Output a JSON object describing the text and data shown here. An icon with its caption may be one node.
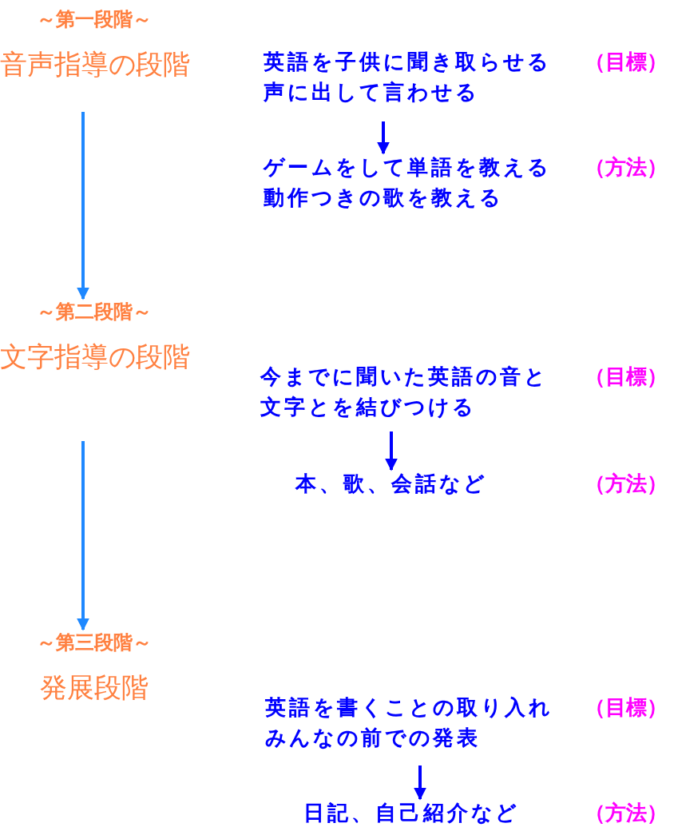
{
  "diagram": {
    "nodes": [
      {
        "text": [
          "～第一段階～",
          "音声指導の段階"
        ]
      },
      {
        "text": [
          "英語を子供に聞き取らせる",
          "声に出して言わせる"
        ],
        "beside": [
          "（目標）"
        ]
      },
      {
        "text": [
          "ゲームをして単語を教える",
          "動作つきの歌を教える"
        ],
        "beside": [
          "（方法）"
        ]
      },
      {
        "text": [
          "～第二段階～",
          "文字指導の段階"
        ]
      },
      {
        "text": [
          "今までに聞いた英語の音と文字とを結びつける"
        ],
        "beside": [
          "（目標）"
        ]
      },
      {
        "text": [
          "本、歌、会話など"
        ]
      },
      {
        "text": [
          "～第三段階～",
          "発展段階"
        ]
      },
      {
        "text": [
          "英語を書くことの取り入れ",
          "みんなの前での発表"
        ],
        "beside": [
          "（目標）"
        ]
      },
      {
        "text": [
          "日記、自己紹介など"
        ],
        "beside": [
          "（方法）"
        ]
      }
    ],
    "edges": [
      {
        "from": 0,
        "to": 3,
        "arrow": "to",
        "color": "#1e88ff"
      },
      {
        "from": 1,
        "to": 2,
        "arrow": "to"
      },
      {
        "from": 3,
        "to": 6,
        "arrow": "to",
        "color": "#1e88ff"
      },
      {
        "from": 4,
        "to": 5,
        "arrow": "to"
      },
      {
        "from": 7,
        "to": 8,
        "arrow": "to"
      }
    ],
    "labels": [
      "（方法）"
    ]
  }
}
